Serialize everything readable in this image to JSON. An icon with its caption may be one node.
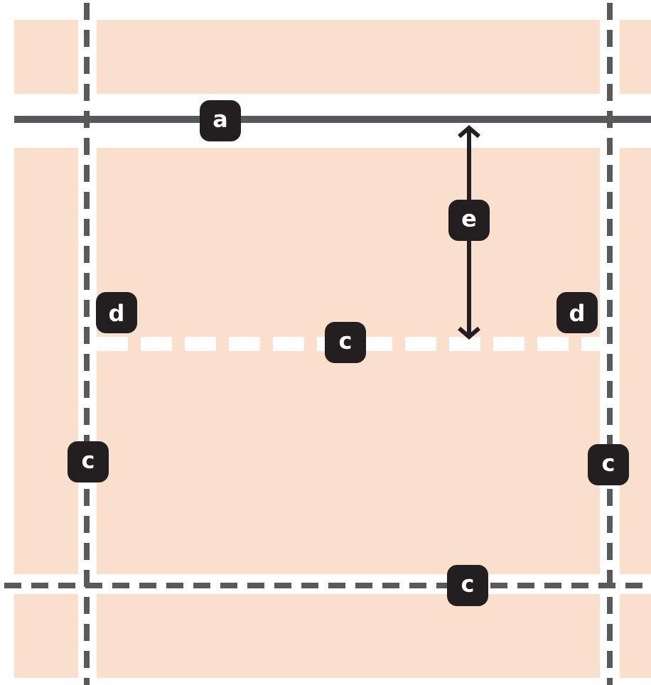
{
  "diagram": {
    "labels": [
      "a",
      "e",
      "d",
      "c",
      "d",
      "c",
      "c",
      "c"
    ]
  }
}
